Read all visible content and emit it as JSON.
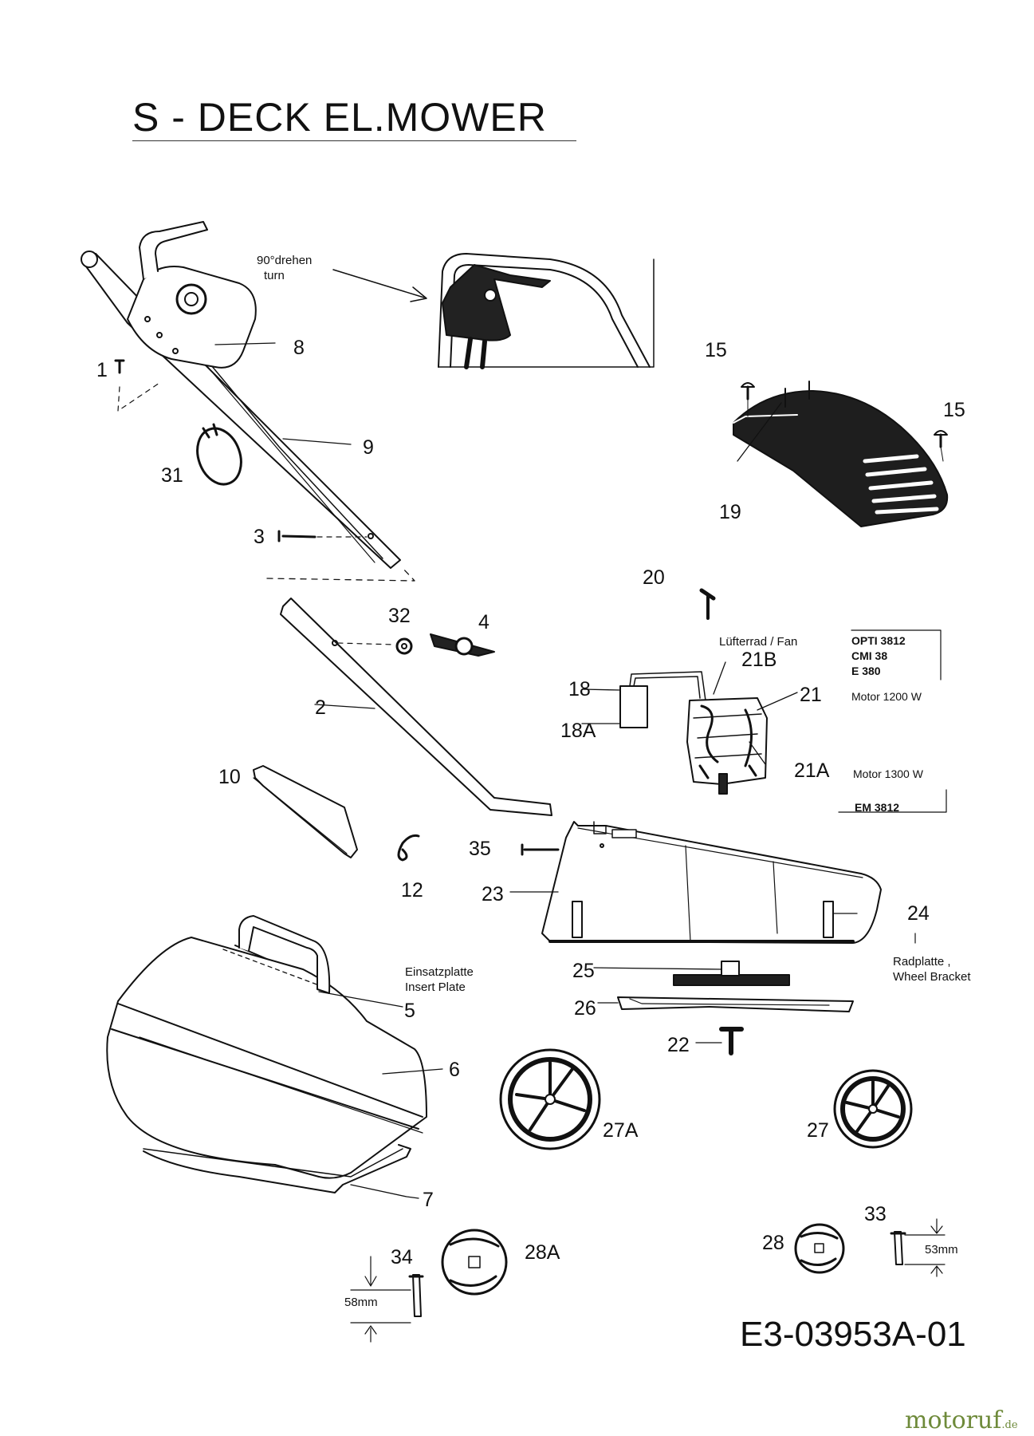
{
  "title": "S - DECK  EL.MOWER",
  "drawing_code": "E3-03953A-01",
  "watermark": {
    "name": "motoruf",
    "tld": ".de"
  },
  "notes": {
    "turn_de": "90°drehen",
    "turn_en": "turn",
    "fan": "Lüfterrad / Fan",
    "insert_de": "Einsatzplatte",
    "insert_en": "Insert Plate",
    "bracket_de": "Radplatte ,",
    "bracket_en": "Wheel Bracket",
    "dim_58": "58mm",
    "dim_53": "53mm"
  },
  "models": {
    "group_a": [
      "OPTI 3812",
      "CMI 38",
      "E 380"
    ],
    "motor_a": "Motor 1200 W",
    "motor_b": "Motor 1300 W",
    "group_b": "EM 3812"
  },
  "parts": {
    "p1": "1",
    "p2": "2",
    "p3": "3",
    "p4": "4",
    "p5": "5",
    "p6": "6",
    "p7": "7",
    "p8": "8",
    "p9": "9",
    "p10": "10",
    "p12": "12",
    "p15a": "15",
    "p15b": "15",
    "p18": "18",
    "p18a": "18A",
    "p19": "19",
    "p20": "20",
    "p21": "21",
    "p21a": "21A",
    "p21b": "21B",
    "p22": "22",
    "p23": "23",
    "p24": "24",
    "p25": "25",
    "p26": "26",
    "p27": "27",
    "p27a": "27A",
    "p28": "28",
    "p28a": "28A",
    "p31": "31",
    "p32": "32",
    "p33": "33",
    "p34": "34",
    "p35": "35"
  }
}
